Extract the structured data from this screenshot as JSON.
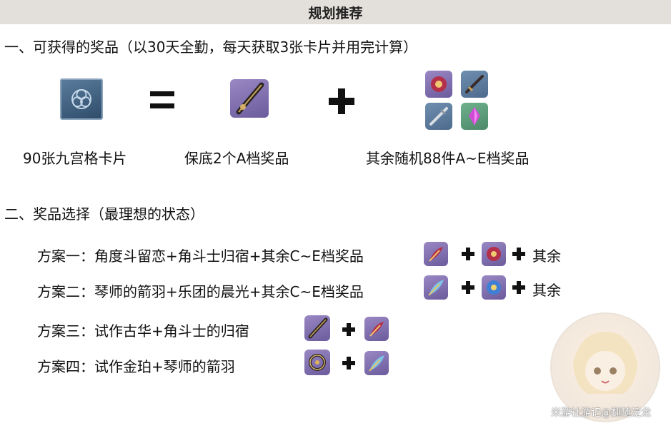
{
  "header": {
    "title": "规划推荐"
  },
  "section1": {
    "title": "一、可获得的奖品（以30天全勤，每天获取3张卡片并用完计算）",
    "label_cards": "90张九宫格卡片",
    "label_guaranteed": "保底2个A档奖品",
    "label_random": "其余随机88件A~E档奖品"
  },
  "section2": {
    "title": "二、奖品选择（最理想的状态）",
    "plans": [
      {
        "text": "方案一：角度斗留恋+角斗士归宿+其余C~E档奖品",
        "rest": "其余"
      },
      {
        "text": "方案二：琴师的箭羽+乐团的晨光+其余C~E档奖品",
        "rest": "其余"
      },
      {
        "text": "方案三：试作古华+角斗士的归宿"
      },
      {
        "text": "方案四：试作金珀+琴师的箭羽"
      }
    ]
  },
  "watermark": "米游社游记@翻随泛龙",
  "icons": {
    "card": "nine-grid-card-icon",
    "claymore": "claymore-icon",
    "flower": "gladiator-flower-icon",
    "sword": "sword-icon",
    "catalyst": "catalyst-icon",
    "crystal": "crystal-icon",
    "plume": "plume-icon",
    "flower_blue": "blue-flower-icon",
    "ring": "ring-catalyst-icon"
  },
  "colors": {
    "header_bg": "#e3dfdb",
    "item_purple": "#8270b5",
    "item_blue": "#5a7ba0",
    "item_green": "#5a9e7a"
  }
}
